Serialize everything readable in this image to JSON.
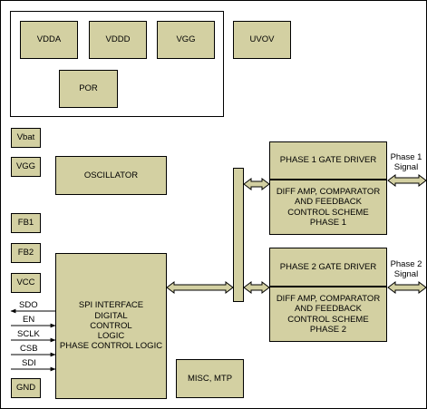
{
  "supply": {
    "vdda": "VDDA",
    "vddd": "VDDD",
    "vgg": "VGG",
    "por": "POR"
  },
  "uvov": "UVOV",
  "pins": {
    "vbat": "Vbat",
    "vgg": "VGG",
    "fb1": "FB1",
    "fb2": "FB2",
    "vcc": "VCC",
    "gnd": "GND"
  },
  "oscillator": "OSCILLATOR",
  "spi_block": "SPI INTERFACE\nDIGITAL\nCONTROL\nLOGIC\nPHASE CONTROL LOGIC",
  "misc": "MISC, MTP",
  "phase1": {
    "gate_driver": "PHASE 1 GATE DRIVER",
    "control": "DIFF AMP, COMPARATOR\nAND FEEDBACK\nCONTROL SCHEME\nPHASE 1",
    "signal": "Phase 1\nSignal"
  },
  "phase2": {
    "gate_driver": "PHASE 2 GATE DRIVER",
    "control": "DIFF AMP, COMPARATOR\nAND FEEDBACK\nCONTROL SCHEME\nPHASE 2",
    "signal": "Phase 2\nSignal"
  },
  "spi_signals": {
    "sdo": "SDO",
    "en": "EN",
    "sclk": "SCLK",
    "csb": "CSB",
    "sdi": "SDI"
  },
  "colors": {
    "block_fill": "#d3d0a2",
    "line": "#000000"
  }
}
